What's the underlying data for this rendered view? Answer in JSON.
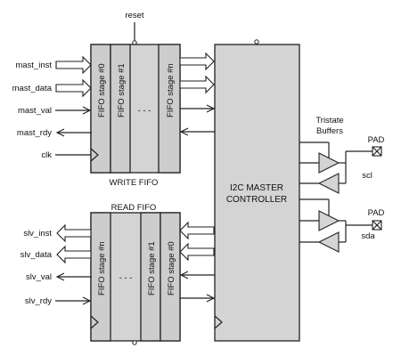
{
  "top_signals": {
    "reset": "reset"
  },
  "write_fifo": {
    "title": "WRITE FIFO",
    "inputs": [
      "mast_inst",
      "mast_data",
      "mast_val"
    ],
    "output": "mast_rdy",
    "clock": "clk",
    "stages": [
      "FIFO stage #0",
      "FIFO stage #1",
      "FIFO stage #n"
    ],
    "ellipsis": "- - -"
  },
  "read_fifo": {
    "title": "READ FIFO",
    "outputs": [
      "slv_inst",
      "slv_data",
      "slv_val"
    ],
    "input": "slv_rdy",
    "stages": [
      "FIFO stage #n",
      "FIFO stage #1",
      "FIFO stage #0"
    ],
    "ellipsis": "- - -"
  },
  "controller": {
    "line1": "I2C MASTER",
    "line2": "CONTROLLER"
  },
  "tristate": {
    "line1": "Tristate",
    "line2": "Buffers"
  },
  "pads": [
    {
      "label": "PAD",
      "signal": "scl"
    },
    {
      "label": "PAD",
      "signal": "sda"
    }
  ]
}
